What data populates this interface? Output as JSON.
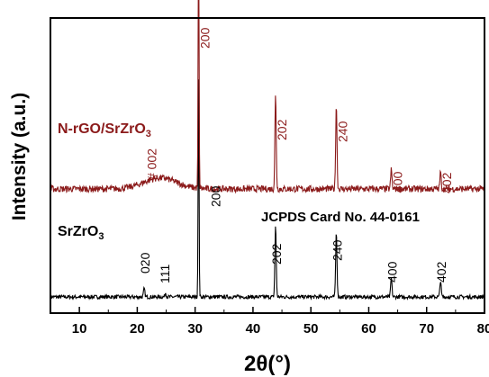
{
  "chart_data": {
    "type": "line",
    "xlabel": "2θ(°)",
    "ylabel": "Intensity (a.u.)",
    "xlim": [
      5,
      80
    ],
    "xticks": [
      10,
      20,
      30,
      40,
      50,
      60,
      70,
      80
    ],
    "y_ticks_shown": false,
    "grid": false,
    "legend": "none",
    "annotation": "JCPDS Card No. 44-0161",
    "series": [
      {
        "name": "N-rGO/SrZrO₃",
        "name_base": "N-rGO/SrZrO",
        "name_sub": "3",
        "color": "#8b1a1a",
        "baseline": 0.36,
        "noise": 0.012,
        "broad_hump": {
          "x": 24,
          "height": 0.04,
          "width": 4
        },
        "peaks": [
          {
            "x": 30.6,
            "height": 0.95,
            "label": "200"
          },
          {
            "x": 43.9,
            "height": 0.34,
            "label": "202"
          },
          {
            "x": 54.4,
            "height": 0.31,
            "label": "240"
          },
          {
            "x": 63.9,
            "height": 0.07,
            "label": "400"
          },
          {
            "x": 72.4,
            "height": 0.06,
            "label": "402"
          }
        ],
        "extra_labels": [
          {
            "x": 22.5,
            "label": "# 002"
          }
        ]
      },
      {
        "name": "SrZrO₃",
        "name_base": "SrZrO",
        "name_sub": "3",
        "color": "#000000",
        "baseline": 0.0,
        "noise": 0.007,
        "peaks": [
          {
            "x": 21.2,
            "height": 0.03,
            "label": "020"
          },
          {
            "x": 24.9,
            "height": 0.015,
            "label": "111"
          },
          {
            "x": 30.6,
            "height": 0.79,
            "label": "200"
          },
          {
            "x": 43.9,
            "height": 0.26,
            "label": "202"
          },
          {
            "x": 54.4,
            "height": 0.24,
            "label": "240"
          },
          {
            "x": 63.9,
            "height": 0.07,
            "label": "400"
          },
          {
            "x": 72.4,
            "height": 0.06,
            "label": "402"
          }
        ]
      }
    ]
  }
}
